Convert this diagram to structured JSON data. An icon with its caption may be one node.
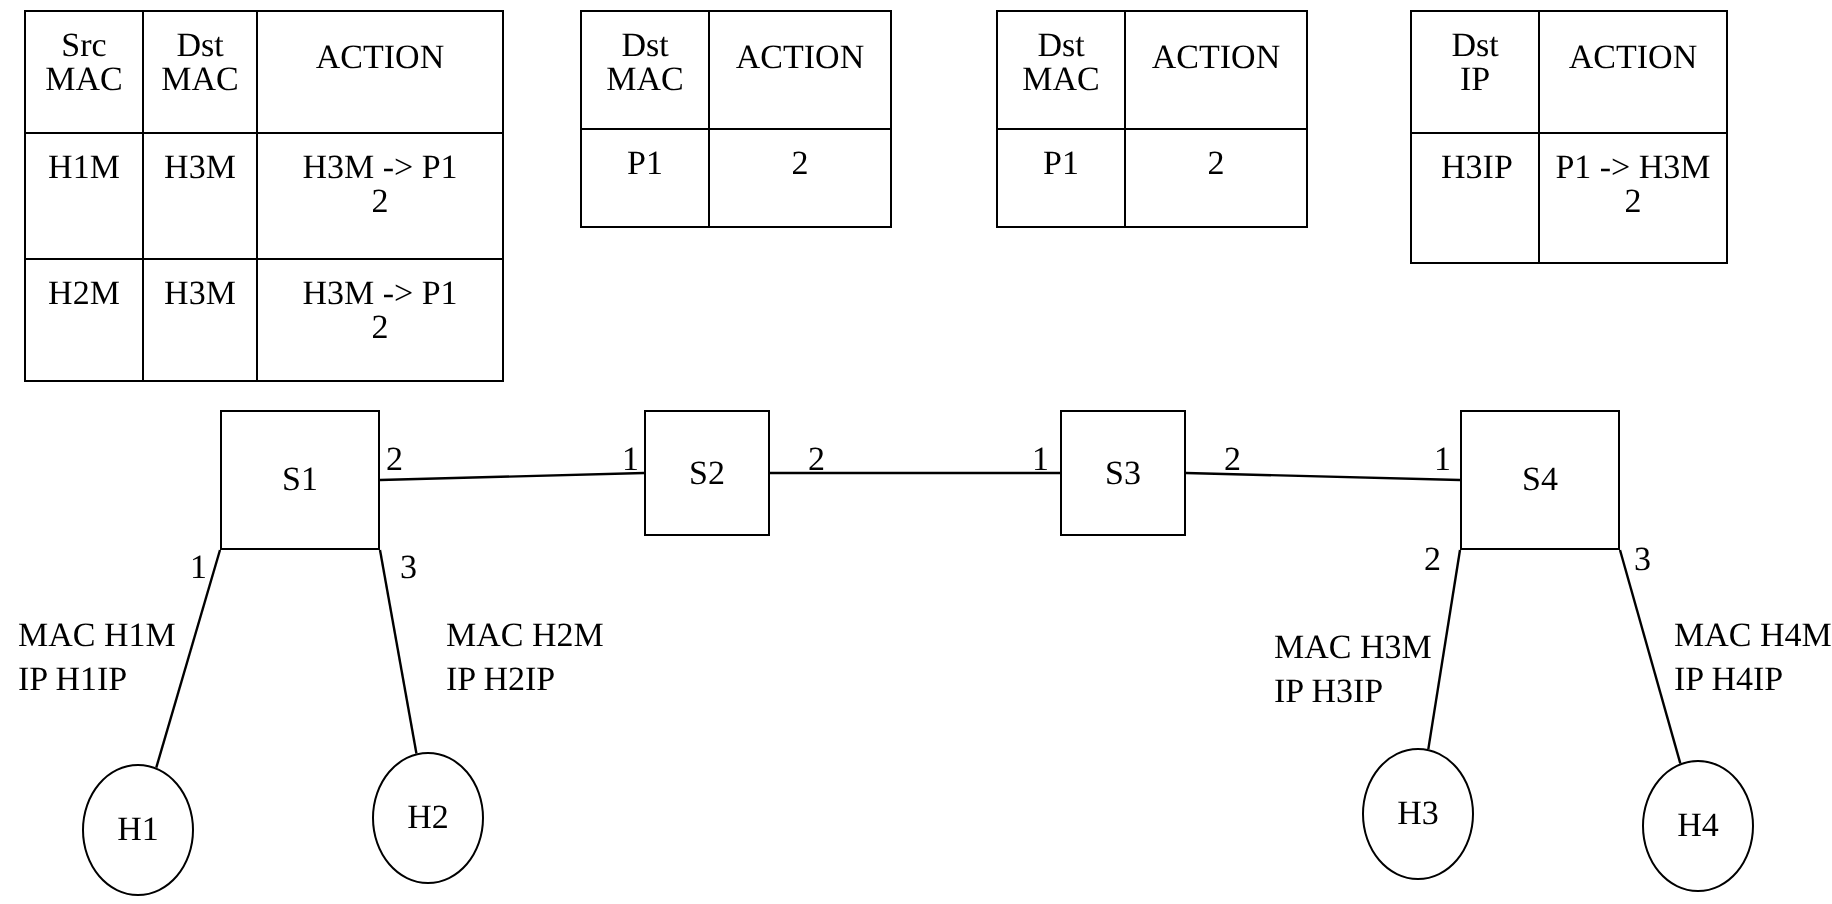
{
  "diagram": {
    "nodes": [
      {
        "text": [
          "S1"
        ]
      },
      {
        "text": [
          "S2"
        ]
      },
      {
        "text": [
          "S3"
        ]
      },
      {
        "text": [
          "S4"
        ]
      },
      {
        "text": [
          "H1"
        ],
        "beside": [
          "MAC H1M",
          "IP H1IP"
        ]
      },
      {
        "text": [
          "H2"
        ],
        "beside": [
          "MAC H2M",
          "IP H2IP"
        ]
      },
      {
        "text": [
          "H3"
        ],
        "beside": [
          "MAC H3M",
          "IP H3IP"
        ]
      },
      {
        "text": [
          "H4"
        ],
        "beside": [
          "MAC H4M",
          "IP H4IP"
        ]
      }
    ],
    "edges": [
      {
        "from": 0,
        "to": 1,
        "arrow": "none"
      },
      {
        "from": 1,
        "to": 2,
        "arrow": "none"
      },
      {
        "from": 2,
        "to": 3,
        "arrow": "none"
      },
      {
        "from": 0,
        "to": 4,
        "arrow": "none"
      },
      {
        "from": 0,
        "to": 5,
        "arrow": "none"
      },
      {
        "from": 3,
        "to": 6,
        "arrow": "none"
      },
      {
        "from": 3,
        "to": 7,
        "arrow": "none"
      }
    ],
    "labels": [
      "Src MAC",
      "Dst MAC",
      "ACTION",
      "H1M",
      "H3M",
      "H3M -> P1 2",
      "H2M",
      "H3M",
      "H3M -> P1 2",
      "Dst MAC",
      "ACTION",
      "P1",
      "2",
      "Dst MAC",
      "ACTION",
      "P1",
      "2",
      "Dst IP",
      "ACTION",
      "H3IP",
      "P1 -> H3M 2",
      "2",
      "1",
      "2",
      "1",
      "2",
      "1",
      "1",
      "3",
      "2",
      "3"
    ]
  }
}
